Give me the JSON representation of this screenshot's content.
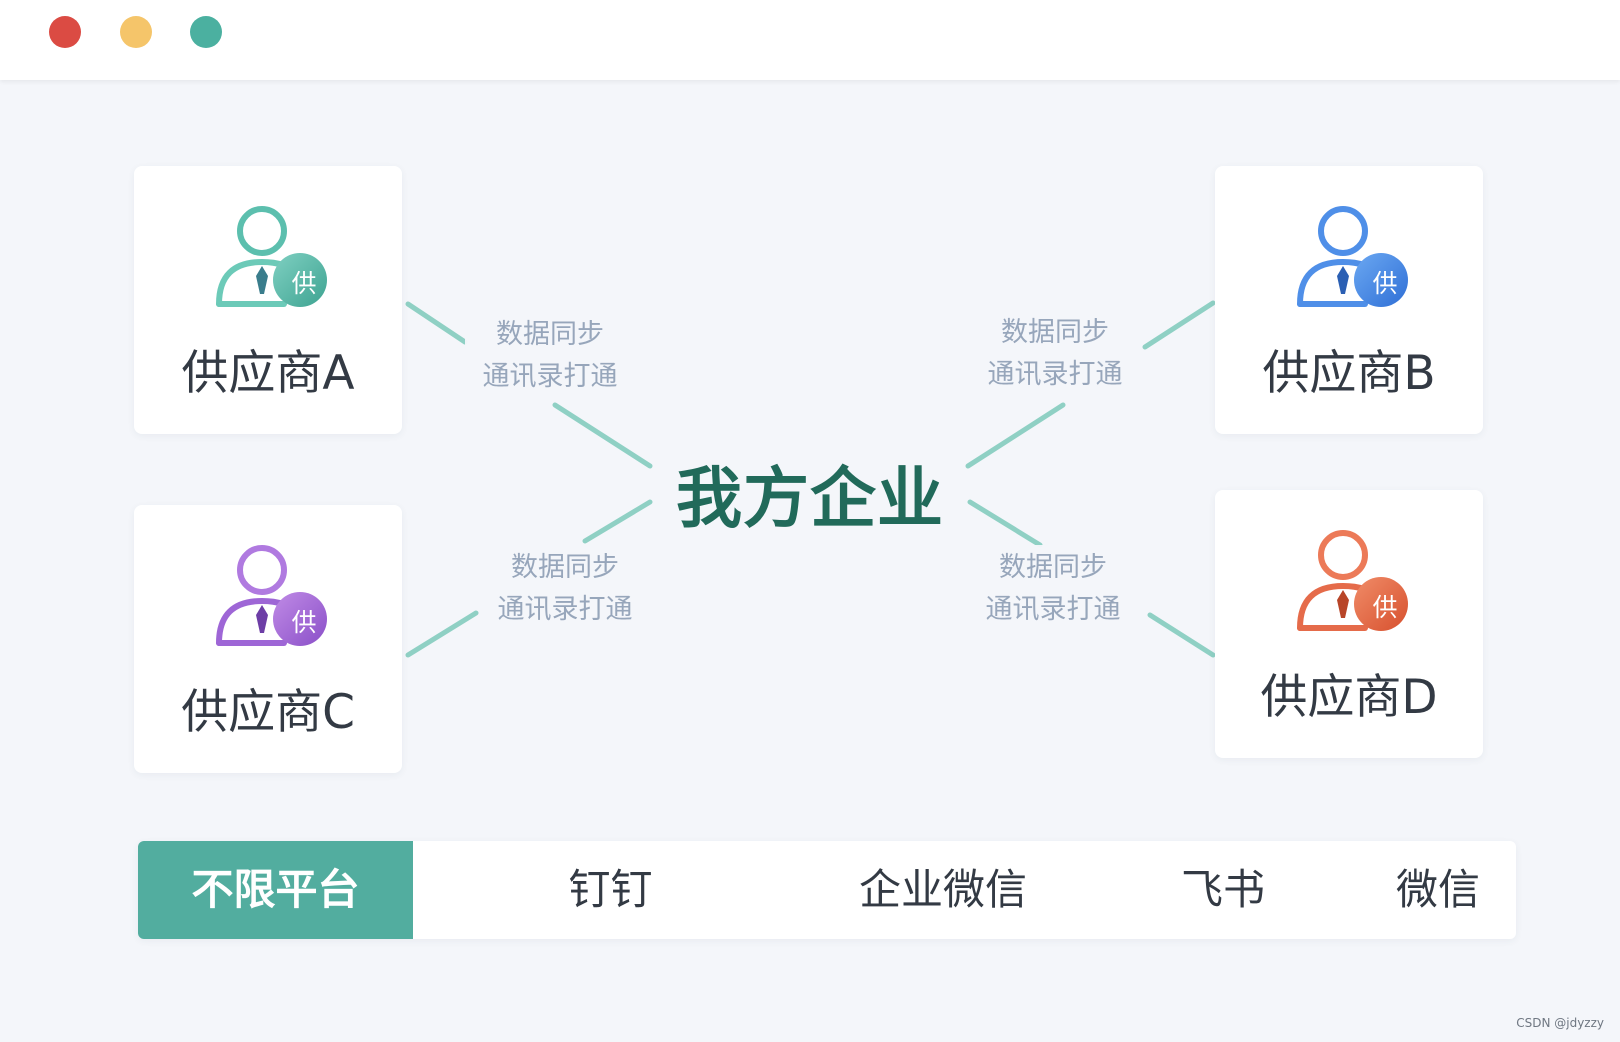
{
  "window": {
    "controls": [
      {
        "name": "close",
        "color": "#db4b43"
      },
      {
        "name": "minimize",
        "color": "#f5c56a"
      },
      {
        "name": "maximize",
        "color": "#4bb0a0"
      }
    ]
  },
  "center": {
    "label": "我方企业",
    "color": "#216a5a"
  },
  "suppliers": [
    {
      "id": "a",
      "name": "供应商A",
      "badge": "供",
      "color": "#62bba9"
    },
    {
      "id": "b",
      "name": "供应商B",
      "badge": "供",
      "color": "#4a87e3"
    },
    {
      "id": "c",
      "name": "供应商C",
      "badge": "供",
      "color": "#a36bd3"
    },
    {
      "id": "d",
      "name": "供应商D",
      "badge": "供",
      "color": "#e56b4a"
    }
  ],
  "sync_labels": [
    {
      "line1": "数据同步",
      "line2": "通讯录打通"
    },
    {
      "line1": "数据同步",
      "line2": "通讯录打通"
    },
    {
      "line1": "数据同步",
      "line2": "通讯录打通"
    },
    {
      "line1": "数据同步",
      "line2": "通讯录打通"
    }
  ],
  "connector_color": "#8fd0c4",
  "tabs": {
    "active_index": 0,
    "items": [
      "不限平台",
      "钉钉",
      "企业微信",
      "飞书",
      "微信"
    ],
    "active_color": "#52ad9f"
  },
  "watermark": "CSDN @jdyzzy"
}
